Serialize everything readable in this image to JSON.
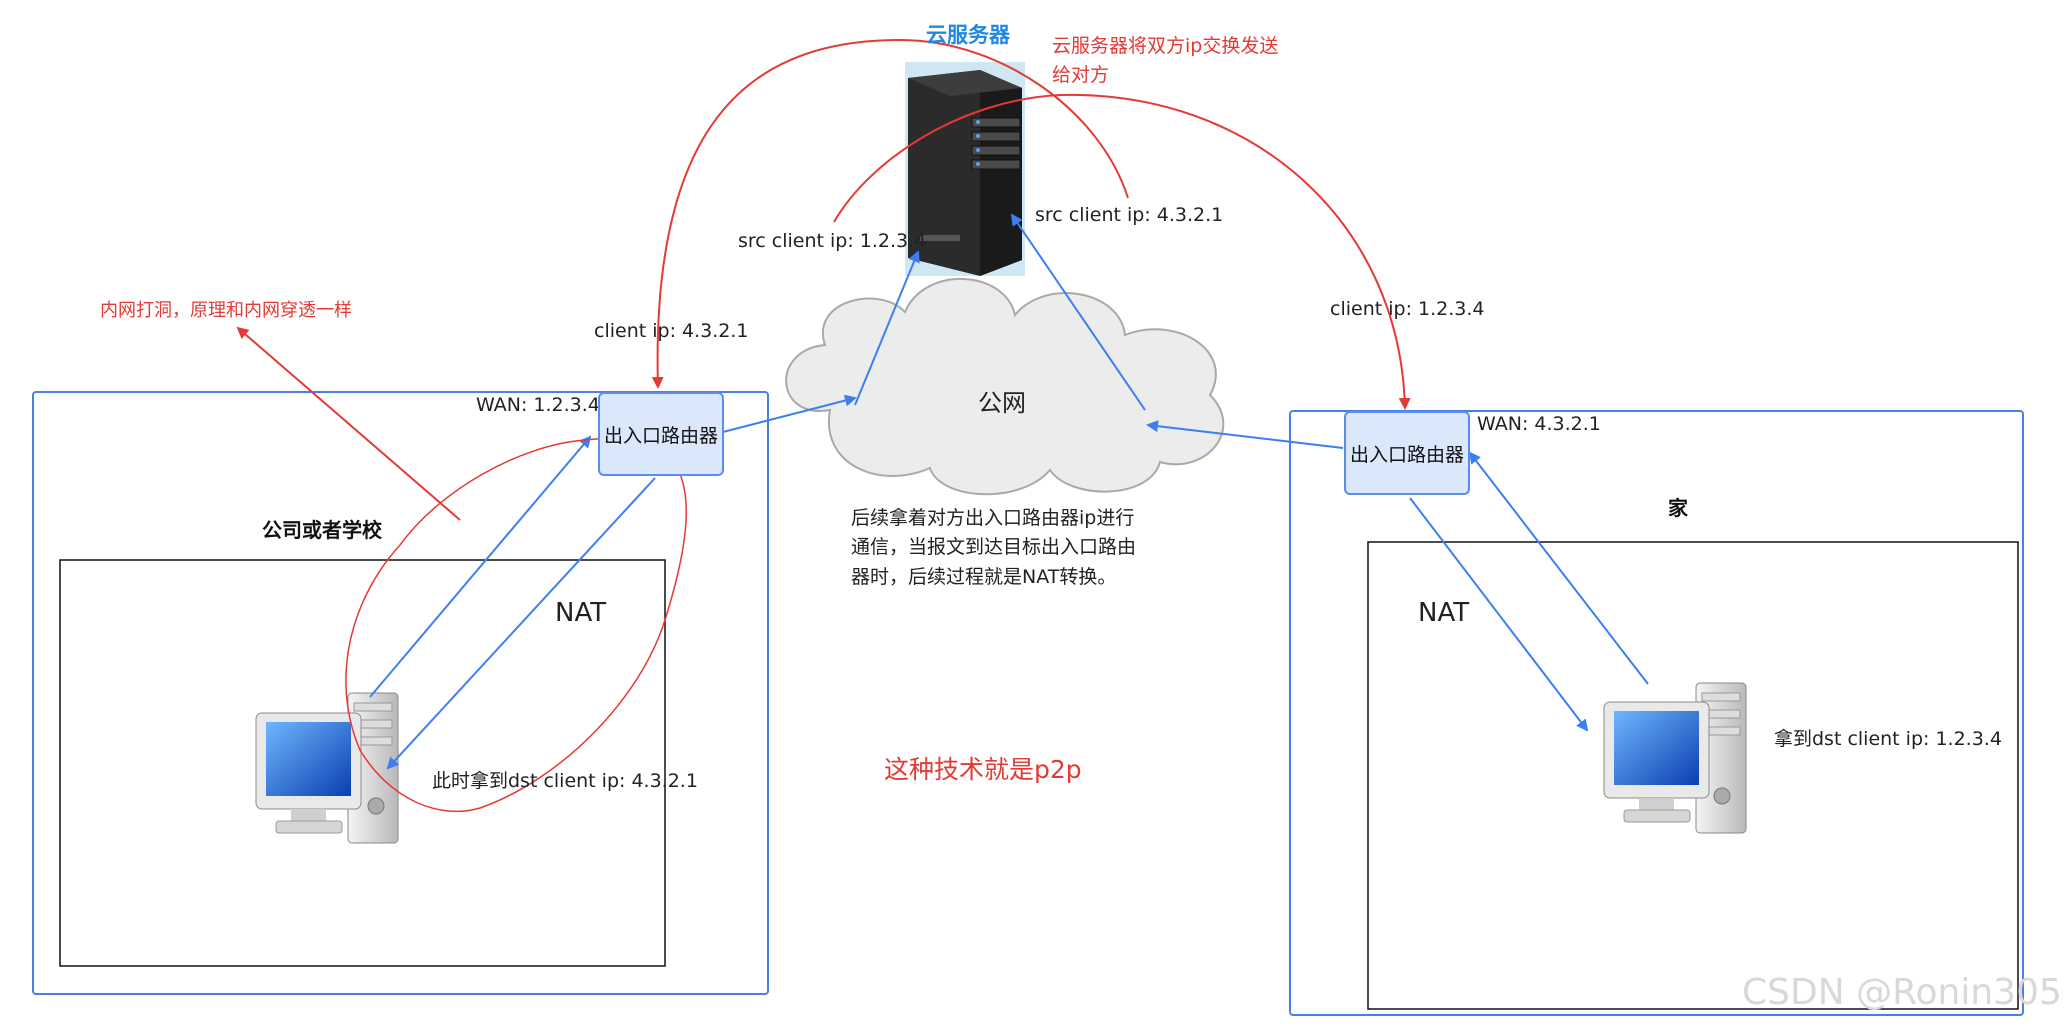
{
  "server_title": "云服务器",
  "server_note": "云服务器将双方ip交换发送给对方",
  "src_client_left": "src client ip: 1.2.3.4",
  "src_client_right": "src client ip: 4.3.2.1",
  "client_ip_left": "client ip: 4.3.2.1",
  "client_ip_right": "client ip: 1.2.3.4",
  "hole_note": "内网打洞，原理和内网穿透一样",
  "public_net": "公网",
  "wan_left": "WAN: 1.2.3.4",
  "wan_right": "WAN: 4.3.2.1",
  "router_left": "出入口路由器",
  "router_right": "出入口路由器",
  "company_label": "公司或者学校",
  "home_label": "家",
  "nat_left": "NAT",
  "nat_right": "NAT",
  "followup_note": "后续拿着对方出入口路由器ip进行通信，当报文到达目标出入口路由器时，后续过程就是NAT转换。",
  "dst_left": "此时拿到dst client ip: 4.3.2.1",
  "dst_right": "拿到dst client ip: 1.2.3.4",
  "p2p_note": "这种技术就是p2p",
  "watermark": "CSDN @Ronin305"
}
